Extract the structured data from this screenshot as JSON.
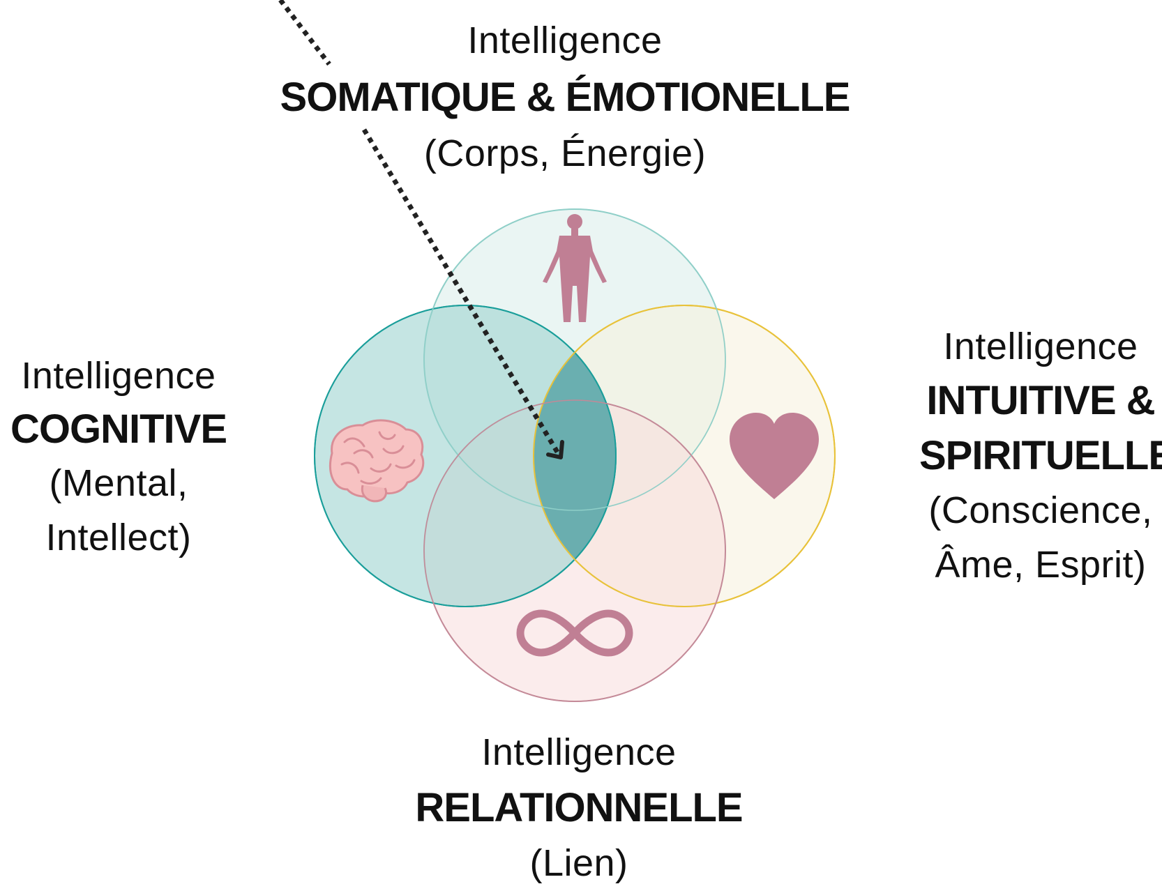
{
  "diagram": {
    "top": {
      "line1": "Intelligence",
      "line2": "SOMATIQUE & ÉMOTIONELLE",
      "line3": "(Corps, Énergie)"
    },
    "left": {
      "line1": "Intelligence",
      "line2": "COGNITIVE",
      "line3": "(Mental,",
      "line4": "Intellect)"
    },
    "right": {
      "line1": "Intelligence",
      "line2": "INTUITIVE &",
      "line3": "SPIRITUELLE",
      "line4": "(Conscience,",
      "line5": "Âme, Esprit)"
    },
    "bottom": {
      "line1": "Intelligence",
      "line2": "RELATIONNELLE",
      "line3": "(Lien)"
    },
    "icons": {
      "top": "human-body-icon",
      "left": "brain-icon",
      "right": "heart-icon",
      "bottom": "infinity-icon"
    },
    "colors": {
      "teal_circle": "#1a9e9a",
      "somatic_circle": "#8fcfc8",
      "yellow_circle": "#e8c23a",
      "pink_circle": "#c48a98",
      "icon_mauve": "#c07f94",
      "center": "#5aa6a8",
      "arrow": "#222222"
    }
  }
}
